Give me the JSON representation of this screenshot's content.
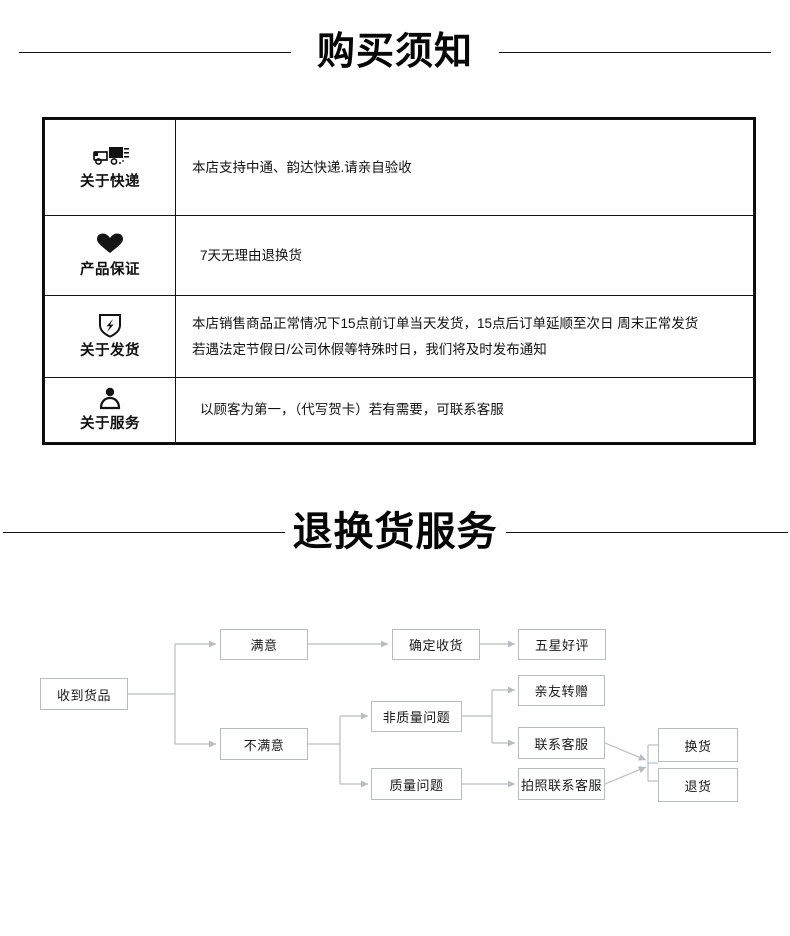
{
  "sections": {
    "buy_notice": {
      "title": "购买须知",
      "rows": [
        {
          "icon": "truck-icon",
          "label": "关于快递",
          "lines": [
            "本店支持中通、韵达快递.请亲自验收"
          ]
        },
        {
          "icon": "heart-icon",
          "label": "产品保证",
          "lines": [
            "7天无理由退换货"
          ]
        },
        {
          "icon": "shield-bolt-icon",
          "label": "关于发货",
          "lines": [
            "本店销售商品正常情况下15点前订单当天发货，15点后订单延顺至次日  周末正常发货",
            "若遇法定节假日/公司休假等特殊时日，我们将及时发布通知"
          ]
        },
        {
          "icon": "user-icon",
          "label": "关于服务",
          "lines": [
            "以顾客为第一，（代写贺卡）若有需要，可联系客服"
          ]
        }
      ]
    },
    "return_service": {
      "title": "退换货服务",
      "flow": {
        "nodes": [
          {
            "id": "received",
            "label": "收到货品"
          },
          {
            "id": "satisfied",
            "label": "满意"
          },
          {
            "id": "confirm",
            "label": "确定收货"
          },
          {
            "id": "five-star",
            "label": "五星好评"
          },
          {
            "id": "unsatisfied",
            "label": "不满意"
          },
          {
            "id": "non-quality",
            "label": "非质量问题"
          },
          {
            "id": "quality",
            "label": "质量问题"
          },
          {
            "id": "gift",
            "label": "亲友转赠"
          },
          {
            "id": "contact",
            "label": "联系客服"
          },
          {
            "id": "photo-contact",
            "label": "拍照联系客服"
          },
          {
            "id": "exchange",
            "label": "换货"
          },
          {
            "id": "refund",
            "label": "退货"
          }
        ]
      }
    }
  },
  "colors": {
    "table_border": "#141414",
    "flow_border": "#b9bcbe",
    "text": "#121212",
    "background": "#ffffff"
  }
}
